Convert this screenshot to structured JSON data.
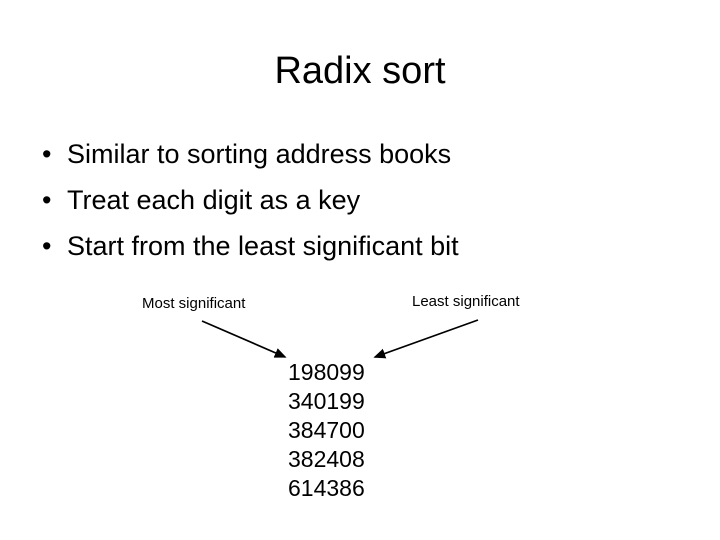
{
  "slide": {
    "title": "Radix sort",
    "background_color": "#ffffff",
    "text_color": "#000000"
  },
  "bullets": [
    {
      "marker": "•",
      "text": "Similar to sorting address books"
    },
    {
      "marker": "•",
      "text": "Treat each digit as a key"
    },
    {
      "marker": "•",
      "text": "Start from the least significant bit"
    }
  ],
  "annotations": {
    "most_significant": "Most significant",
    "least_significant": "Least significant"
  },
  "numbers": [
    "198099",
    "340199",
    "384700",
    "382408",
    "614386"
  ]
}
